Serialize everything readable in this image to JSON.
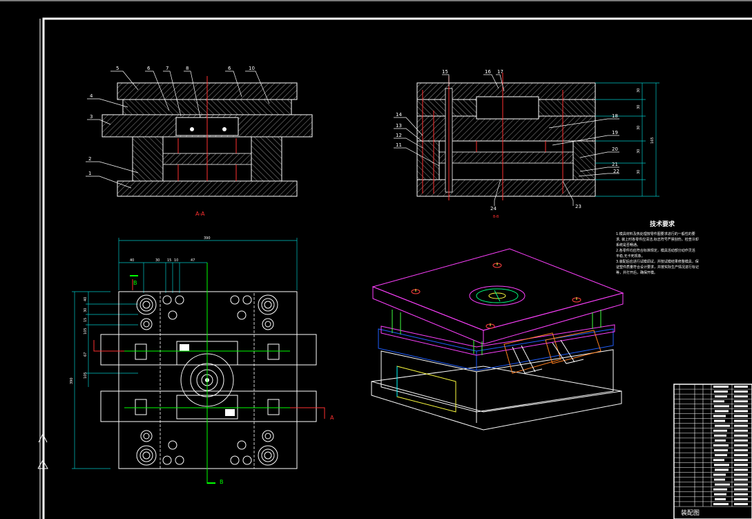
{
  "view_a": {
    "callouts": [
      "5",
      "6",
      "7",
      "8",
      "6",
      "10",
      "4",
      "3",
      "2",
      "1"
    ],
    "section_label": "A-A"
  },
  "view_b": {
    "callouts": [
      "15",
      "16",
      "17",
      "14",
      "13",
      "12",
      "11",
      "18",
      "19",
      "20",
      "21",
      "22",
      "24",
      "23"
    ],
    "section_label": "B-B",
    "dims": [
      "30",
      "30",
      "30",
      "165",
      "30",
      "30"
    ]
  },
  "plan_view": {
    "dims_top": [
      "390",
      "40",
      "30",
      "15",
      "10",
      "47"
    ],
    "dims_left": [
      "40",
      "30",
      "15",
      "105",
      "67",
      "105",
      "390"
    ],
    "cut_labels": [
      "B",
      "B",
      "A"
    ]
  },
  "tech_req": {
    "title": "技术要求",
    "lines": [
      "1.模具材料及热处理按零件图要求进行的一般性的要",
      "求, 装上时各零件应清洁,标志符号严禁刮伤。检查冷却",
      "系统是否畅通。",
      "2.各零件均应符合标准规定，模具活动部分动作灵活",
      "平稳,无卡死现象。",
      "3.装配后应进行试模调试，并按试模结果修整模具，保",
      "证塑件质量符合设计要求，并按实际生产情况进行标记",
      "等，并打开后，确保开模。"
    ]
  },
  "title_block": {
    "label": "装配图"
  }
}
